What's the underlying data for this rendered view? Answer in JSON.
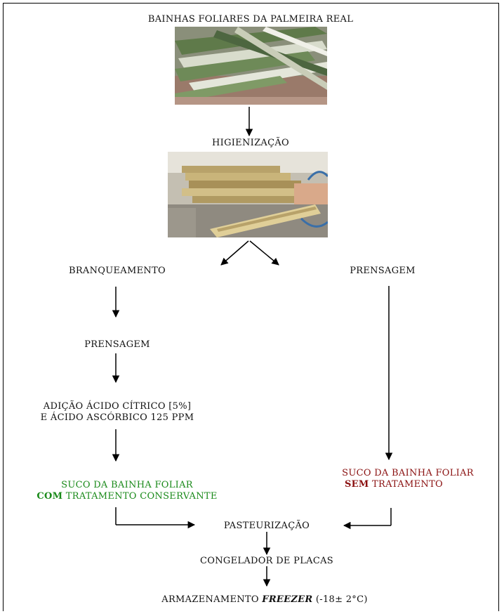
{
  "steps": {
    "bainhas": "BAINHAS FOLIARES DA PALMEIRA REAL",
    "higienizacao": "HIGIENIZAÇÃO",
    "branqueamento": "BRANQUEAMENTO",
    "prensagem_right": "PRENSAGEM",
    "prensagem_left": "PRENSAGEM",
    "adicao_line1": "ADIÇÃO ÁCIDO CÍTRICO [5%]",
    "adicao_line2": "E ÁCIDO ASCÓRBICO 125 PPM",
    "suco_com_line1": "SUCO DA BAINHA FOLIAR",
    "suco_com_bold": "COM",
    "suco_com_rest": "TRATAMENTO CONSERVANTE",
    "suco_sem_line1": "SUCO DA BAINHA FOLIAR",
    "suco_sem_bold": "SEM",
    "suco_sem_rest": "TRATAMENTO",
    "pasteurizacao": "PASTEURIZAÇÃO",
    "congelador": "CONGELADOR DE PLACAS",
    "armazenamento_pre": "ARMAZENAMENTO",
    "armazenamento_freezer": "FREEZER",
    "armazenamento_post": "(-18± 2°C)"
  },
  "colors": {
    "com_tratamento": "#1a8a1a",
    "sem_tratamento": "#8a1010"
  }
}
